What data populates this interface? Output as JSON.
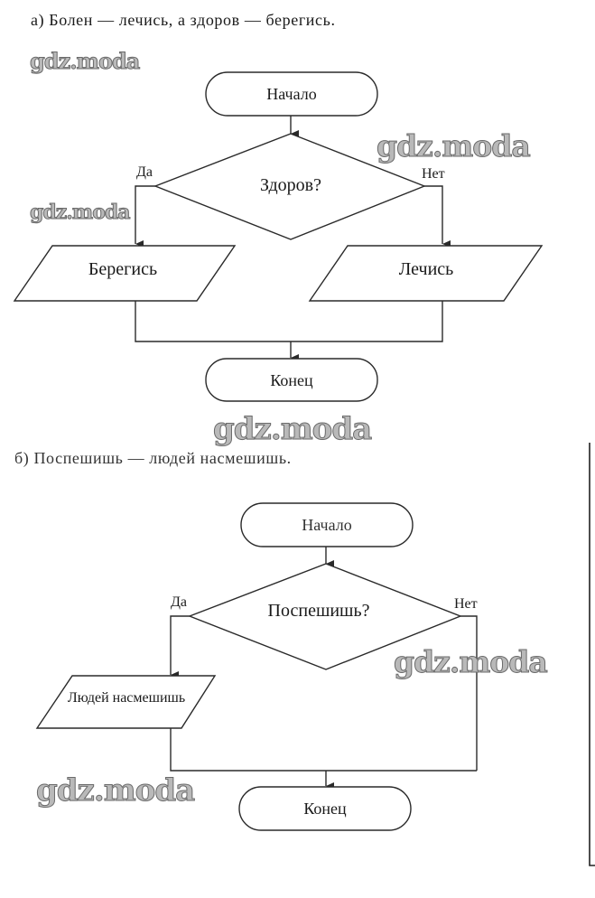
{
  "watermark": "gdz.moda",
  "part_a": {
    "caption": "а) Болен — лечись, а здоров — берегись.",
    "start": "Начало",
    "decision": "Здоров?",
    "yes_label": "Да",
    "no_label": "Нет",
    "yes_action": "Берегись",
    "no_action": "Лечись",
    "end": "Конец"
  },
  "part_b": {
    "caption": "б) Поспешишь — людей насмешишь.",
    "start": "Начало",
    "decision": "Поспешишь?",
    "yes_label": "Да",
    "no_label": "Нет",
    "yes_action": "Людей насмешишь",
    "end": "Конец"
  }
}
